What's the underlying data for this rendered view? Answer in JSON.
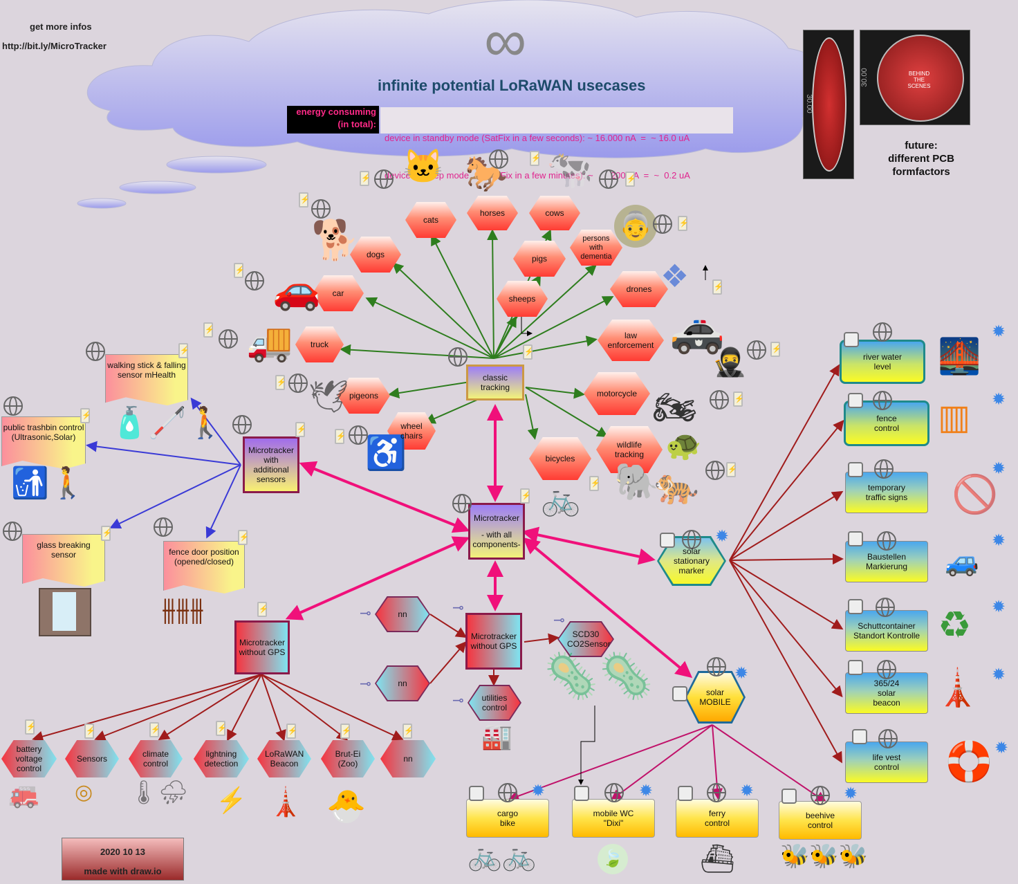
{
  "header": {
    "info_label": "get more infos",
    "info_link": "http://bit.ly/MicroTracker",
    "infinity": "∞",
    "title": "infinite potential LoRaWAN usecases",
    "energy_label_1": "energy consuming",
    "energy_label_2": "(in total):",
    "standby": "device in standby mode (SatFix in a few seconds): ~ 16.000 nA  =  ~ 16.0 uA",
    "sleep": "device in sleep mode      (SatFix in a few minutes): ~       200 nA  =  ~  0.2 uA",
    "pcb_dim_1": "30.00",
    "pcb_dim_2": "30.00",
    "pcb_text": "BEHIND THE SCENES",
    "future_1": "future:",
    "future_2": "different PCB",
    "future_3": "formfactors"
  },
  "classic": {
    "center": "classic tracking",
    "items": [
      "cats",
      "horses",
      "cows",
      "dogs",
      "pigs",
      "persons with dementia",
      "car",
      "sheeps",
      "drones",
      "truck",
      "law enforcement",
      "pigeons",
      "motorcycle",
      "wheel chairs",
      "bicycles",
      "wildlife tracking"
    ]
  },
  "core": {
    "main_line1": "Microtracker",
    "main_line2": "- with all",
    "main_line3": "components-",
    "sensors": "Microtracker with additional sensors",
    "nogps_left": "Microtracker without GPS",
    "nogps_mid": "Microtracker without GPS",
    "solar_stationary": "solar stationary marker",
    "solar_mobile_1": "solar",
    "solar_mobile_2": "MOBILE"
  },
  "sensor_items": [
    "walking stick & falling sensor mHealth",
    "public trashbin control (Ultrasonic,Solar)",
    "glass breaking sensor",
    "fence door position (opened/closed)"
  ],
  "nogps_items": [
    "battery voltage control",
    "Sensors",
    "climate control",
    "lightning detection",
    "LoRaWAN Beacon",
    "Brut-Ei (Zoo)",
    "nn"
  ],
  "mid_items": {
    "nn1": "nn",
    "nn2": "nn",
    "co2": "SCD30 CO2Sensor",
    "utilities": "utilities control"
  },
  "stationary_items": [
    "river water level",
    "fence control",
    "temporary traffic signs",
    "Baustellen Markierung",
    "Schuttcontainer Standort Kontrolle",
    "365/24 solar beacon",
    "life vest control"
  ],
  "mobile_items": [
    "cargo bike",
    "mobile WC \"Dixi\"",
    "ferry control",
    "beehive control"
  ],
  "footer": {
    "date": "2020 10 13",
    "made": "made with draw.io"
  },
  "colors": {
    "green_arrow": "#2e7d1e",
    "pink_arrow": "#f0107a",
    "blue_arrow": "#3a3ad6",
    "darkred_arrow": "#a01c1c",
    "magenta_arrow": "#c0126a"
  }
}
